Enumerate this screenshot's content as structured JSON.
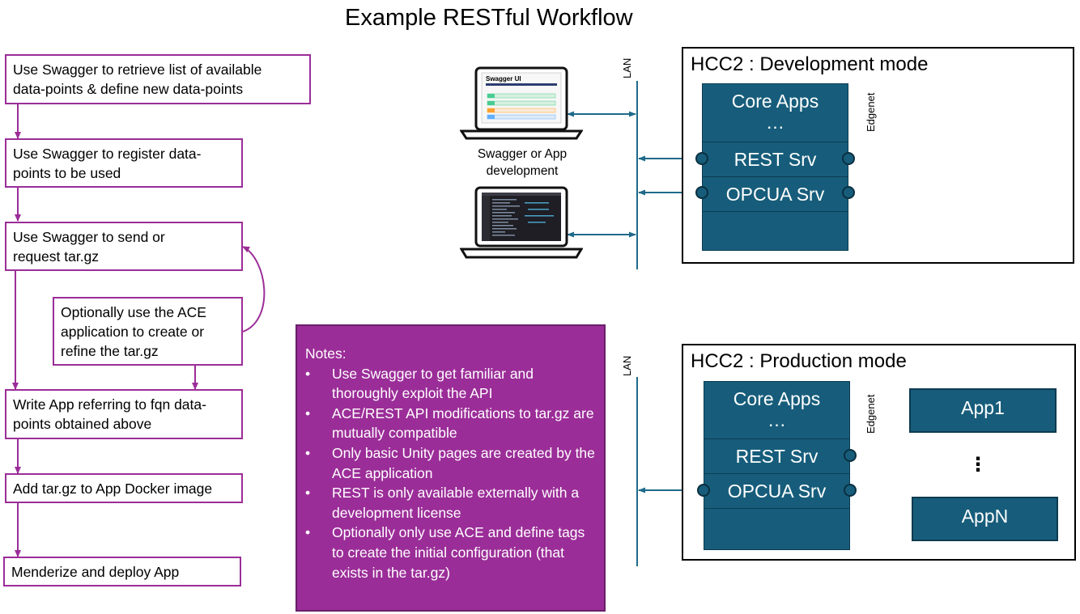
{
  "title": "Example RESTful Workflow",
  "flow": {
    "step1": "Use Swagger to retrieve list of available\ndata-points & define new data-points",
    "step2": "Use Swagger to register data-\npoints to be used",
    "step3": "Use Swagger to send or\nrequest tar.gz",
    "optional": "Optionally use the ACE\napplication to create or\nrefine the tar.gz",
    "step4": "Write App referring to fqn data-\npoints obtained above",
    "step5": "Add tar.gz to App Docker image",
    "step6": "Menderize and deploy App"
  },
  "notes": {
    "heading": "Notes:",
    "items": [
      "Use Swagger to get familiar and thoroughly exploit the API",
      "ACE/REST API modifications to tar.gz are mutually compatible",
      "Only basic Unity pages are created by the ACE application",
      "REST is only available externally with a development license",
      "Optionally only use ACE and define tags to create the initial configuration (that exists in the tar.gz)"
    ]
  },
  "laptops": {
    "caption": "Swagger or App\ndevelopment",
    "screen1_label": "Swagger UI"
  },
  "lan_label": "LAN",
  "edgenet_label": "Edgenet",
  "dev": {
    "title": "HCC2 : Development mode",
    "core_apps": "Core Apps",
    "ellipsis": "…",
    "rest_srv": "REST Srv",
    "opcua_srv": "OPCUA Srv"
  },
  "prod": {
    "title": "HCC2 : Production mode",
    "core_apps": "Core Apps",
    "ellipsis": "…",
    "rest_srv": "REST Srv",
    "opcua_srv": "OPCUA Srv",
    "app1": "App1",
    "appn": "AppN",
    "vdots": "⋮"
  },
  "colors": {
    "flow_border": "#9b2d98",
    "notes_bg": "#9b2d98",
    "stack_bg": "#175d7b",
    "arrow": "#1f6a8a"
  }
}
